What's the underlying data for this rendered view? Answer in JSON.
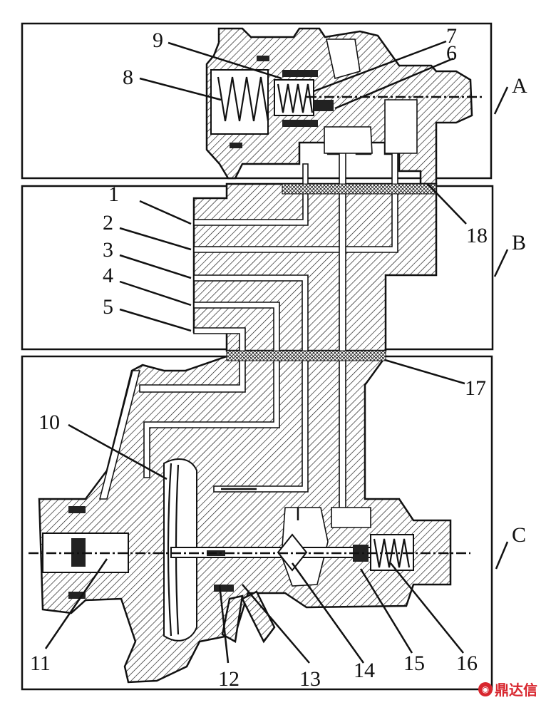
{
  "sections": [
    {
      "id": "A",
      "label": "A"
    },
    {
      "id": "B",
      "label": "B"
    },
    {
      "id": "C",
      "label": "C"
    }
  ],
  "parts": [
    {
      "id": "1",
      "label": "1"
    },
    {
      "id": "2",
      "label": "2"
    },
    {
      "id": "3",
      "label": "3"
    },
    {
      "id": "4",
      "label": "4"
    },
    {
      "id": "5",
      "label": "5"
    },
    {
      "id": "6",
      "label": "6"
    },
    {
      "id": "7",
      "label": "7"
    },
    {
      "id": "8",
      "label": "8"
    },
    {
      "id": "9",
      "label": "9"
    },
    {
      "id": "10",
      "label": "10"
    },
    {
      "id": "11",
      "label": "11"
    },
    {
      "id": "12",
      "label": "12"
    },
    {
      "id": "13",
      "label": "13"
    },
    {
      "id": "14",
      "label": "14"
    },
    {
      "id": "15",
      "label": "15"
    },
    {
      "id": "16",
      "label": "16"
    },
    {
      "id": "17",
      "label": "17"
    },
    {
      "id": "18",
      "label": "18"
    }
  ],
  "watermark": {
    "text": "鼎达信",
    "icon": "ddx-logo-icon"
  },
  "colors": {
    "line": "#111111",
    "watermark": "#d8262e"
  }
}
